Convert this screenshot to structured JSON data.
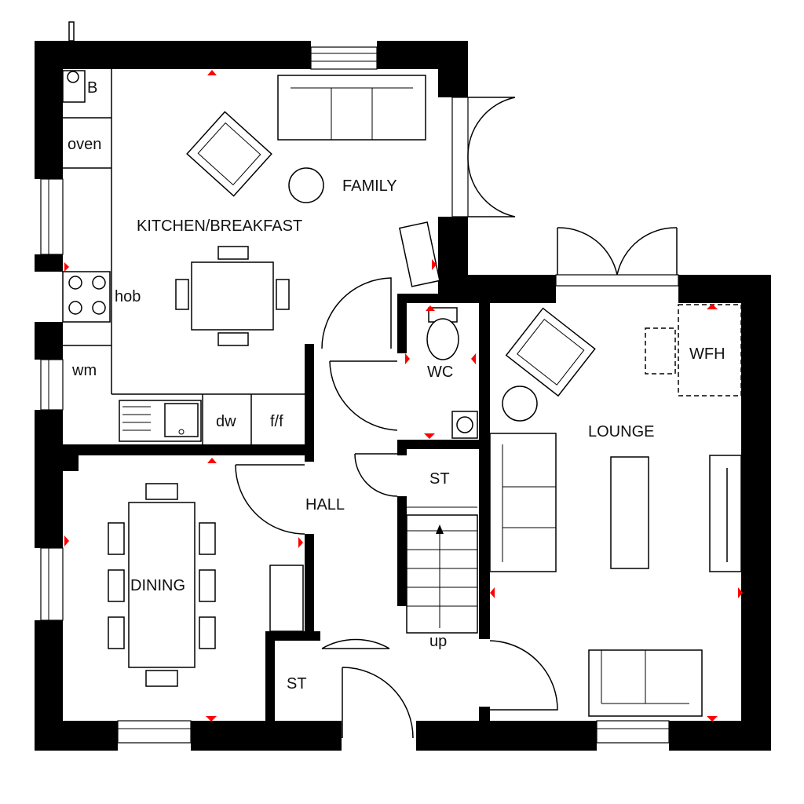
{
  "colors": {
    "wall": "#000000",
    "background": "#ffffff",
    "marker": "#ff0000"
  },
  "rooms": {
    "kitchen": "KITCHEN/BREAKFAST",
    "family": "FAMILY",
    "dining": "DINING",
    "hall": "HALL",
    "lounge": "LOUNGE",
    "wc": "WC",
    "store_upper": "ST",
    "store_lower": "ST",
    "wfh": "WFH"
  },
  "fixtures": {
    "boiler": "B",
    "oven": "oven",
    "hob": "hob",
    "washing_machine": "wm",
    "dishwasher": "dw",
    "fridge_freezer": "f/f"
  },
  "stairs": {
    "label": "up"
  }
}
